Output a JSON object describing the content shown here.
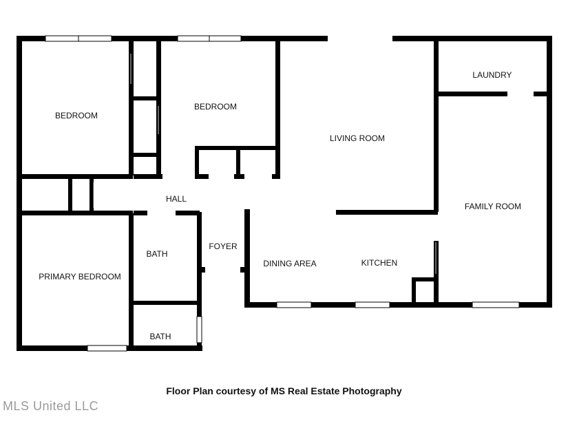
{
  "rooms": {
    "bedroom_1": "BEDROOM",
    "bedroom_2": "BEDROOM",
    "living_room": "LIVING ROOM",
    "laundry": "LAUNDRY",
    "hall": "HALL",
    "family_room": "FAMILY ROOM",
    "foyer": "FOYER",
    "bath_1": "BATH",
    "primary_bedroom": "PRIMARY BEDROOM",
    "dining_area": "DINING AREA",
    "kitchen": "KITCHEN",
    "bath_2": "BATH"
  },
  "caption": "Floor Plan courtesy of MS Real Estate Photography",
  "watermark": "MLS United LLC",
  "colors": {
    "wall": "#000000",
    "window": "#ffffff"
  }
}
